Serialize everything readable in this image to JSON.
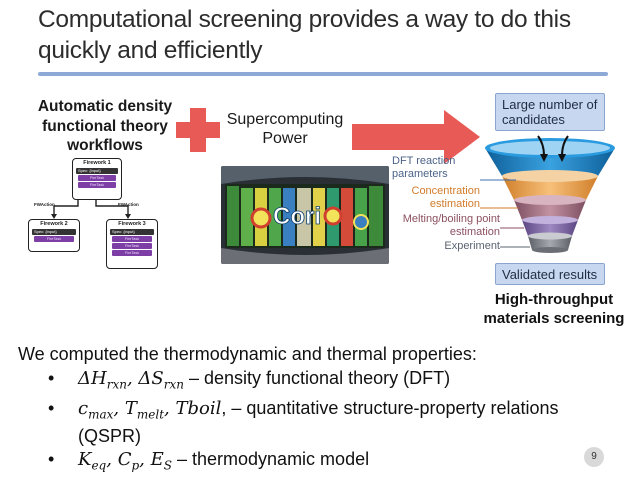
{
  "slide": {
    "title": "Computational screening provides a way to do this quickly and efficiently",
    "page_number": "9"
  },
  "left_panel": {
    "caption": "Automatic density functional theory workflows",
    "workflow": {
      "fireworks": [
        {
          "title": "Firework 1",
          "spec": "Spec: {input}",
          "tasks": [
            "FireTask",
            "FireTask"
          ]
        },
        {
          "title": "Firework 2",
          "spec": "Spec: {input}",
          "tasks": [
            "FireTask"
          ]
        },
        {
          "title": "Firework 3",
          "spec": "Spec: {input}",
          "tasks": [
            "FireTask",
            "FireTask",
            "FireTask"
          ]
        }
      ],
      "actions": [
        "FWAction",
        "FWAction"
      ]
    }
  },
  "center_panel": {
    "caption": "Supercomputing Power",
    "photo_lettering": "Cori"
  },
  "right_panel": {
    "top_box": "Large number of candidates",
    "stages": [
      "DFT reaction parameters",
      "Concentration estimation",
      "Melting/boiling point estimation",
      "Experiment"
    ],
    "bottom_box": "Validated results",
    "caption": "High-throughput materials screening"
  },
  "body": {
    "intro": "We computed the thermodynamic and thermal properties:",
    "bullets": [
      {
        "math": [
          {
            "base": "ΔH",
            "sub": "rxn"
          },
          {
            "base": "ΔS",
            "sub": "rxn"
          }
        ],
        "text": " – density functional theory (DFT)"
      },
      {
        "math": [
          {
            "base": "c",
            "sub": "max"
          },
          {
            "base": "T",
            "sub": "melt"
          },
          {
            "base": "Tboil",
            "sub": ""
          }
        ],
        "text": ", – quantitative structure-property relations (QSPR)"
      },
      {
        "math": [
          {
            "base": "K",
            "sub": "eq"
          },
          {
            "base": "C",
            "sub": "p"
          },
          {
            "base": "E",
            "sub": "S"
          }
        ],
        "text": " – thermodynamic model"
      }
    ]
  },
  "colors": {
    "accent_rule": "#8fa9d6",
    "plus_and_arrow": "#e85a56",
    "box_fill": "#c7d7ef",
    "workflow_task": "#7d3fa6",
    "funnel_top": "#1f86c9",
    "funnel_orange": "#f0a44a",
    "funnel_mauve": "#a07080",
    "funnel_purple": "#7a5f9b",
    "funnel_grey": "#7a7d86"
  }
}
